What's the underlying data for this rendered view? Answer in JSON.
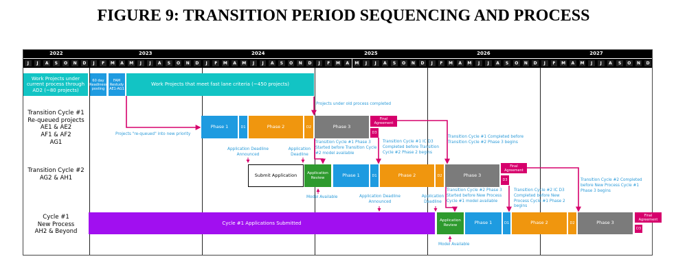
{
  "title": "FIGURE 9:  TRANSITION PERIOD SEQUENCING AND PROCESS",
  "years": [
    "2022",
    "2023",
    "2024",
    "2025",
    "2026",
    "2027"
  ],
  "months": {
    "2022": [
      "J",
      "J",
      "A",
      "S",
      "O",
      "N",
      "D"
    ],
    "full": [
      "J",
      "F",
      "M",
      "A",
      "M",
      "J",
      "J",
      "A",
      "S",
      "O",
      "N",
      "D"
    ]
  },
  "rows": {
    "r1": "",
    "r2": "Transition Cycle #1\nRe-queued projects\nAE1 & AE2\nAF1 & AF2\nAG1",
    "r3": "Transition Cycle #2\nAG2 & AH1",
    "r4": "Cycle #1\nNew Process\nAH2 & Beyond"
  },
  "bars": {
    "current": "Work Projects under current process through AD2 (~80 projects)",
    "posting": "60 day Readiness posting",
    "restudy": "FAM Restudy AE1-AG1",
    "fastlane": "Work Projects that meet fast lane criteria (~450 projects)",
    "phase1": "Phase 1",
    "d1": "D1",
    "phase2": "Phase 2",
    "d2": "D2",
    "phase3": "Phase 3",
    "final": "Final Agreement",
    "d3": "D3",
    "submit": "Submit Application",
    "review": "Application Review",
    "cycle1": "Cycle #1 Applications Submitted"
  },
  "notes": {
    "requeued": "Projects \"re-queued\" into new priority",
    "oldDone": "Projects under old process completed",
    "deadlineAnnounced": "Application Deadline Announced",
    "deadline": "Application Deadline",
    "tc1p3": "Transition Cycle #1 Phase 3 Started before Transition Cycle #2 model available",
    "tc1d3": "Transition Cycle #1 IC D3 Completed before Transition Cycle #2 Phase 2 begins",
    "tc1done": "Transition Cycle #1 Completed before Transition Cycle #2 Phase 3 begins",
    "model": "Model Available",
    "tc2p3": "Transition Cycle #2 Phase 3 Started before New Process Cycle #1 model available",
    "tc2d3": "Transition Cycle #2 IC D3 Completed before New Process Cycle #1 Phase 2 begins",
    "tc2done": "Transition Cycle #2 Completed before New Process Cycle #1 Phase 3 begins"
  },
  "colors": {
    "teal": "#12c4c4",
    "blue": "#1e9be0",
    "orange": "#f0960e",
    "gray": "#7b7b7b",
    "pink": "#d6006c",
    "green": "#2e9a2e",
    "purple": "#a10ff0",
    "note": "#2a9ad8"
  }
}
